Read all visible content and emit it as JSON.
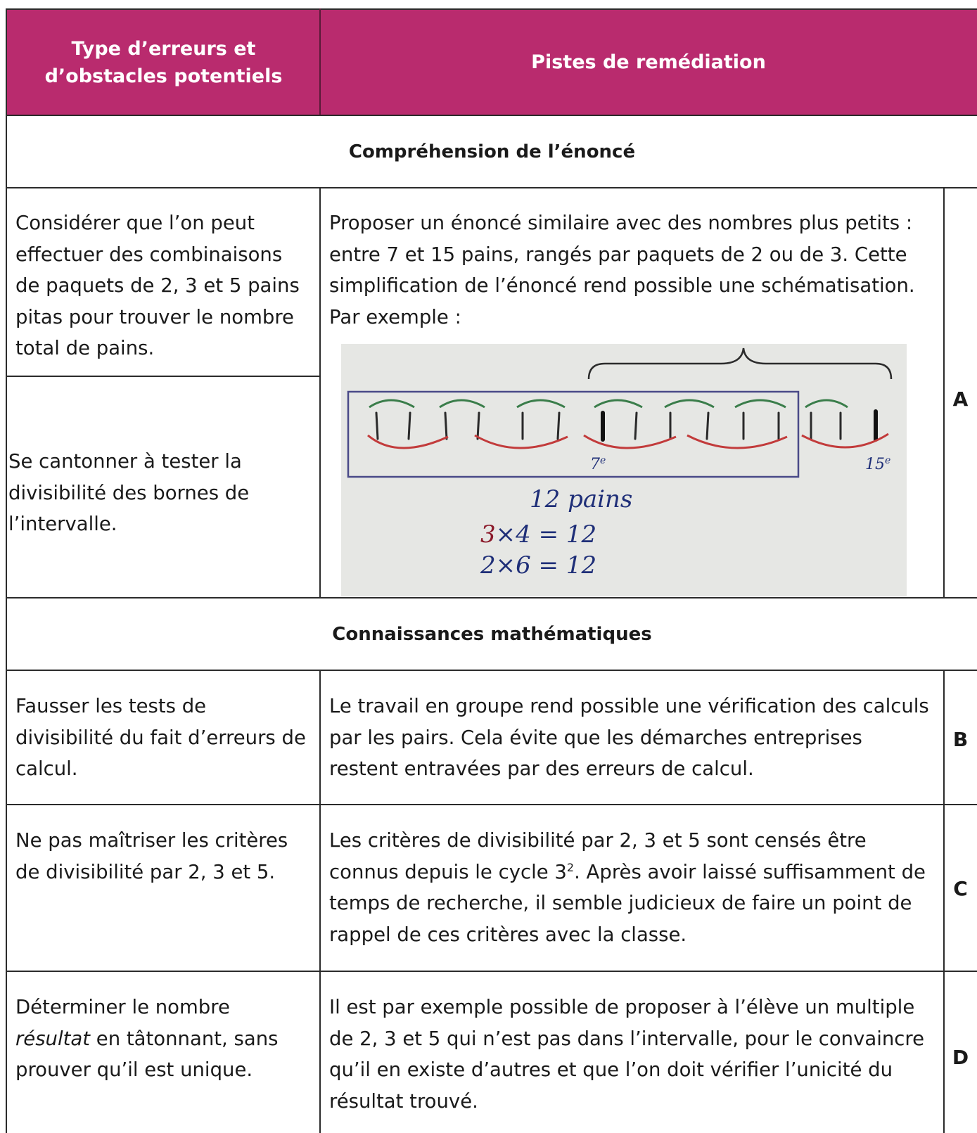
{
  "header": {
    "col1": "Type d’erreurs et d’obstacles potentiels",
    "col2": "Pistes de remédiation"
  },
  "sections": {
    "s1": "Compréhension de l’énoncé",
    "s2": "Connaissances mathématiques"
  },
  "rows": {
    "a1_error": "Considérer que l’on peut effectuer des combinaisons de paquets de 2, 3 et 5 pains pitas pour trouver le nombre total de pains.",
    "a2_error": "Se cantonner à tester la divisibilité des bornes de l’intervalle.",
    "a_remedy": "Proposer un énoncé similaire avec des nombres plus petits : entre 7 et 15 pains, rangés par paquets de 2 ou de 3. Cette simplification de l’énoncé rend possible une schématisation. Par exemple :",
    "a_letter": "A",
    "b_error": "Fausser les tests de divisibilité du fait d’erreurs de calcul.",
    "b_remedy": "Le travail en groupe rend possible une vérification des calculs par les pairs. Cela évite que les démarches entreprises restent entravées par des erreurs de calcul.",
    "b_letter": "B",
    "c_error": "Ne pas maîtriser les critères de divisibilité par 2, 3 et 5.",
    "c_remedy_1": "Les critères de divisibilité par 2, 3 et 5 sont censés être connus depuis le cycle 3",
    "c_remedy_sup": "2",
    "c_remedy_2": ". Après avoir laissé suffisamment de temps de recherche, il semble judicieux de faire un point de rappel de ces critères avec la classe.",
    "c_letter": "C",
    "d_error_1": "Déterminer le nombre ",
    "d_error_italic": "résultat",
    "d_error_2": " en tâtonnant, sans prouver qu’il est unique.",
    "d_remedy": "Il est par exemple possible de proposer à l’élève un multiple de 2, 3 et 5 qui n’est pas dans l’intervalle, pour le convaincre qu’il en existe d’autres et que l’on doit vérifier l’unicité du résultat trouvé.",
    "d_letter": "D"
  },
  "sketch": {
    "label_7": "7",
    "label_7_sup": "e",
    "label_15": "15",
    "label_15_sup": "e",
    "pains": "12 pains",
    "eq1_a": "3",
    "eq1_b": "×4 = 12",
    "eq2": "2×6 = 12"
  }
}
